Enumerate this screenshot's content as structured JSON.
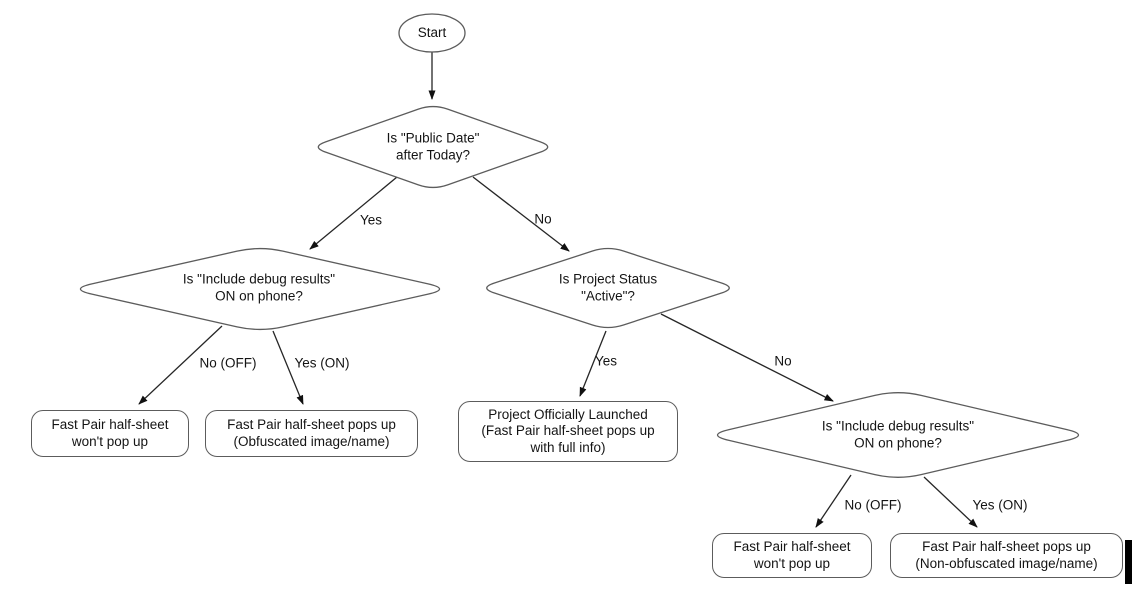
{
  "diagram": {
    "title": "Fast Pair half-sheet decision flowchart",
    "colors": {
      "background": "#ffffff",
      "node_stroke": "#5c5c5c",
      "edge_stroke": "#262626",
      "text": "#141414",
      "cursor_bar": "#000000"
    },
    "nodes": {
      "start": {
        "label": "Start"
      },
      "public_date": {
        "label": "Is \"Public Date\"\nafter Today?"
      },
      "debug_left": {
        "label": "Is \"Include debug results\"\nON on phone?"
      },
      "project_status": {
        "label": "Is Project Status\n\"Active\"?"
      },
      "debug_right": {
        "label": "Is \"Include debug results\"\nON on phone?"
      },
      "no_popup_left": {
        "label": "Fast Pair half-sheet\nwon't pop up"
      },
      "popup_obfuscated": {
        "label": "Fast Pair half-sheet pops up\n(Obfuscated image/name)"
      },
      "launched": {
        "label": "Project Officially Launched\n(Fast Pair half-sheet pops up\nwith full info)"
      },
      "no_popup_right": {
        "label": "Fast Pair half-sheet\nwon't pop up"
      },
      "popup_non_obfuscated": {
        "label": "Fast Pair half-sheet pops up\n(Non-obfuscated image/name)"
      }
    },
    "edge_labels": {
      "yes_top": "Yes",
      "no_top": "No",
      "no_off_left": "No (OFF)",
      "yes_on_left": "Yes (ON)",
      "yes_mid": "Yes",
      "no_mid": "No",
      "no_off_right": "No (OFF)",
      "yes_on_right": "Yes (ON)"
    }
  }
}
